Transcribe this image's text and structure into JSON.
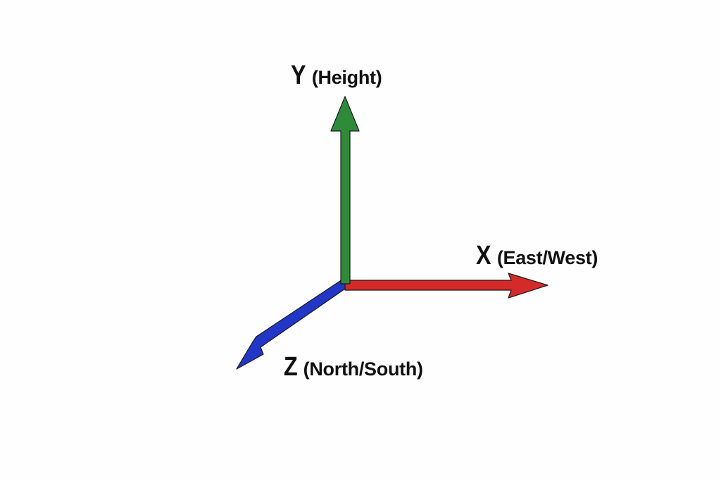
{
  "axes": {
    "y": {
      "letter": "Y",
      "description": "(Height)",
      "color": "#2e8b3a"
    },
    "x": {
      "letter": "X",
      "description": "(East/West)",
      "color": "#d42a2a"
    },
    "z": {
      "letter": "Z",
      "description": "(North/South)",
      "color": "#2236c8"
    }
  },
  "background": "#fefefe",
  "outline_color": "#1a1a1a"
}
